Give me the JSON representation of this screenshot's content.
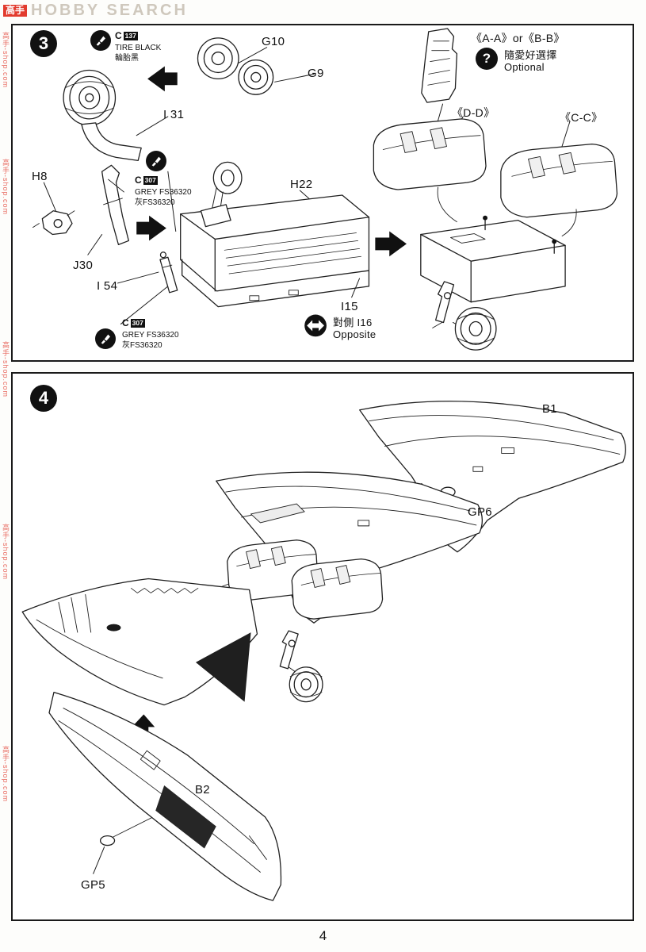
{
  "page": {
    "number": "4"
  },
  "watermark": {
    "logo_cn": "高手",
    "logo_en": "HOBBY SEARCH",
    "side_text": "高手-shop.com"
  },
  "icons": {
    "question": "?"
  },
  "step3": {
    "number": "3",
    "paint_tire": {
      "code": "C",
      "num": "137",
      "name_en": "TIRE BLACK",
      "name_cn": "輪胎黑"
    },
    "paint_grey1": {
      "code": "C",
      "num": "307",
      "name_en": "GREY FS36320",
      "name_cn": "灰FS36320"
    },
    "paint_grey2": {
      "code": "C",
      "num": "307",
      "name_en": "GREY FS36320",
      "name_cn": "灰FS36320"
    },
    "labels": {
      "g10": "G10",
      "g9": "G9",
      "i31": "I 31",
      "h8": "H8",
      "j30": "J30",
      "i54": "I 54",
      "h22": "H22",
      "i15": "I15"
    },
    "optional": {
      "title": "《A-A》or《B-B》",
      "line1": "隨愛好選擇",
      "line2": "Optional"
    },
    "section_dd": "《D-D》",
    "section_cc": "《C-C》",
    "opposite": {
      "line1": "對側 I16",
      "line2": "Opposite"
    }
  },
  "step4": {
    "number": "4",
    "labels": {
      "b1": "B1",
      "gp6": "GP6",
      "b2": "B2",
      "gp5": "GP5"
    }
  }
}
